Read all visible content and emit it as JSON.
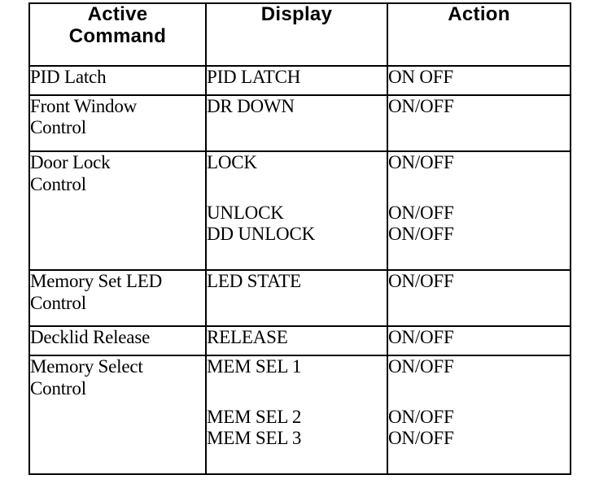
{
  "table": {
    "columns": [
      {
        "id": "command",
        "header_lines": [
          "Active",
          "Command"
        ]
      },
      {
        "id": "display",
        "header_lines": [
          "Display"
        ]
      },
      {
        "id": "action",
        "header_lines": [
          "Action"
        ]
      }
    ],
    "rows": [
      {
        "command_lines": [
          "PID Latch"
        ],
        "display_lines": [
          "PID LATCH"
        ],
        "action_lines": [
          "ON OFF"
        ]
      },
      {
        "command_lines": [
          "Front Window",
          "Control"
        ],
        "display_lines": [
          "DR DOWN"
        ],
        "action_lines": [
          "ON/OFF"
        ]
      },
      {
        "command_lines": [
          "Door Lock",
          "Control"
        ],
        "display_lines": [
          "LOCK",
          "",
          "UNLOCK",
          "DD UNLOCK"
        ],
        "action_lines": [
          "ON/OFF",
          "",
          "ON/OFF",
          "ON/OFF"
        ]
      },
      {
        "command_lines": [
          "Memory Set LED",
          "Control"
        ],
        "display_lines": [
          "LED STATE"
        ],
        "action_lines": [
          "ON/OFF"
        ]
      },
      {
        "command_lines": [
          "Decklid Release"
        ],
        "display_lines": [
          "RELEASE"
        ],
        "action_lines": [
          "ON/OFF"
        ]
      },
      {
        "command_lines": [
          "Memory Select",
          "Control"
        ],
        "display_lines": [
          "MEM SEL 1",
          "",
          "MEM SEL 2",
          "MEM SEL 3"
        ],
        "action_lines": [
          "ON/OFF",
          "",
          "ON/OFF",
          "ON/OFF"
        ]
      }
    ]
  },
  "colors": {
    "border": "#000000",
    "text": "#000000",
    "background": "#ffffff"
  }
}
